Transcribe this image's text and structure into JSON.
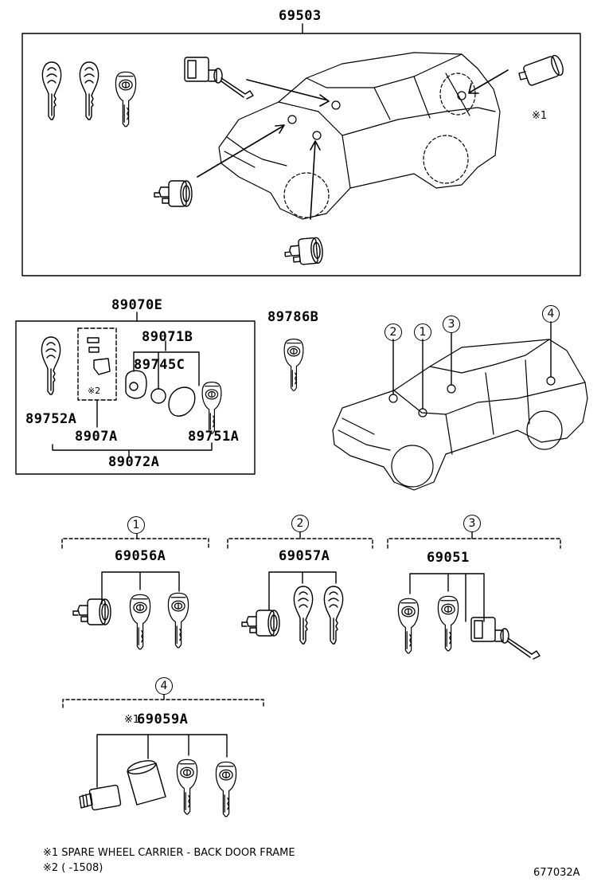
{
  "parts": {
    "p69503": "69503",
    "p89070e": "89070E",
    "p89071b": "89071B",
    "p89745c": "89745C",
    "p89752a": "89752A",
    "p8907a": "8907A",
    "p89751a": "89751A",
    "p89072a": "89072A",
    "p89786b": "89786B",
    "p69056a": "69056A",
    "p69057a": "69057A",
    "p69051": "69051",
    "p69059a": "69059A"
  },
  "markers": {
    "note1_ref": "※1",
    "note2_ref": "※2",
    "ref_69059a": "※1"
  },
  "callouts": {
    "c1": "1",
    "c2": "2",
    "c3": "3",
    "c4": "4"
  },
  "footnotes": {
    "note1": "※1 SPARE WHEEL CARRIER - BACK DOOR FRAME",
    "note2": "※2 (       -1508)"
  },
  "diagram_code": "677032A",
  "icons": [
    "key-icon",
    "remote-key-icon",
    "lock-cylinder-icon",
    "door-lock-icon",
    "vehicle-outline-icon",
    "arrow-icon",
    "battery-icon",
    "key-plate-icon"
  ]
}
